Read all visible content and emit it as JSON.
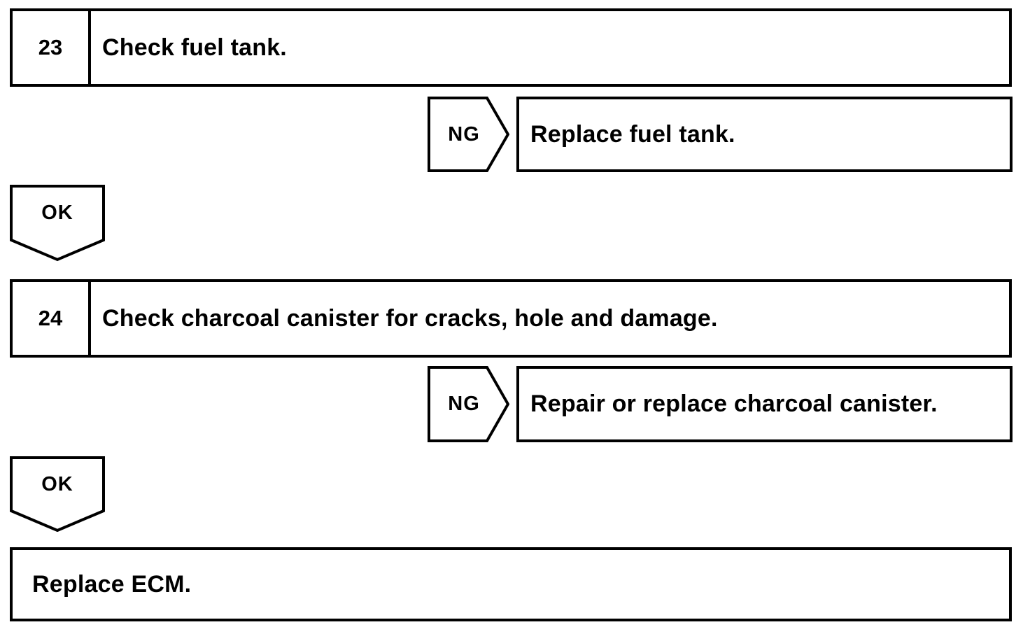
{
  "page": {
    "background_color": "#ffffff",
    "line_color": "#000000",
    "text_color": "#000000"
  },
  "flowchart": {
    "steps": [
      {
        "number": "23",
        "instruction": "Check fuel tank.",
        "ng": {
          "label": "NG",
          "action": "Replace fuel tank."
        },
        "ok": {
          "label": "OK"
        }
      },
      {
        "number": "24",
        "instruction": "Check charcoal canister for cracks, hole and damage.",
        "ng": {
          "label": "NG",
          "action": "Repair or replace charcoal canister."
        },
        "ok": {
          "label": "OK"
        }
      }
    ],
    "final_action": "Replace ECM."
  }
}
